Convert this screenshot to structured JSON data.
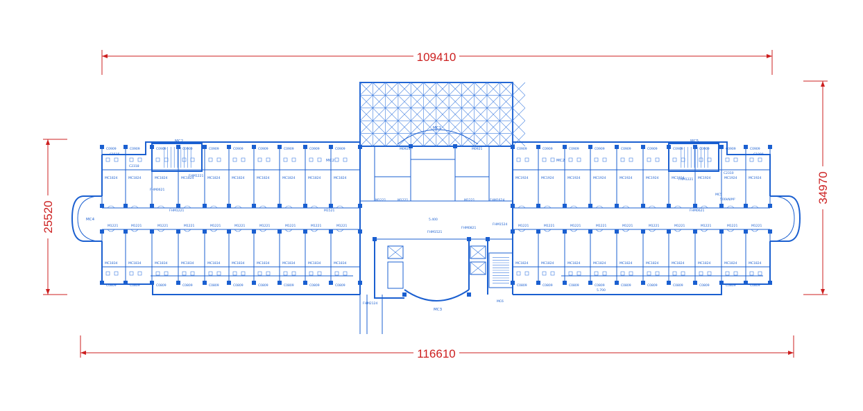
{
  "dimensions": {
    "top": "109410",
    "bottom": "116610",
    "left": "25520",
    "right": "34970"
  },
  "colors": {
    "plan": "#1a5fd0",
    "dimension": "#cc1f1f"
  },
  "labels": {
    "mc1_top": "MC1",
    "mc3_bottom": "MC3",
    "mc2_left": "MC2",
    "mc2_right": "MC2",
    "mc4": "MC4",
    "mc5": "MC5",
    "mc5_right": "MC5",
    "mc6": "MC6",
    "c1515": "C1515",
    "c1809": "C1809",
    "c2318": "C2318",
    "c2310": "C2310",
    "fhm1221": "FHM1221",
    "fhm0821": "FHM0821",
    "fhm0621": "FHM0621",
    "fhm1521": "FHM1521",
    "fhm2124": "FHM2124",
    "fhm1524": "FHM1524",
    "fhm1624": "FHM1624",
    "m1221": "M1221",
    "m0921": "M0921",
    "m1521": "M1521",
    "mc1824": "MC1824",
    "mc1834": "MC1834",
    "mc1924": "MC1924",
    "c0909": "C0909",
    "c0809": "C0809",
    "level_1": "5.400",
    "level_2": "5.700",
    "load": "500kN/M²"
  }
}
